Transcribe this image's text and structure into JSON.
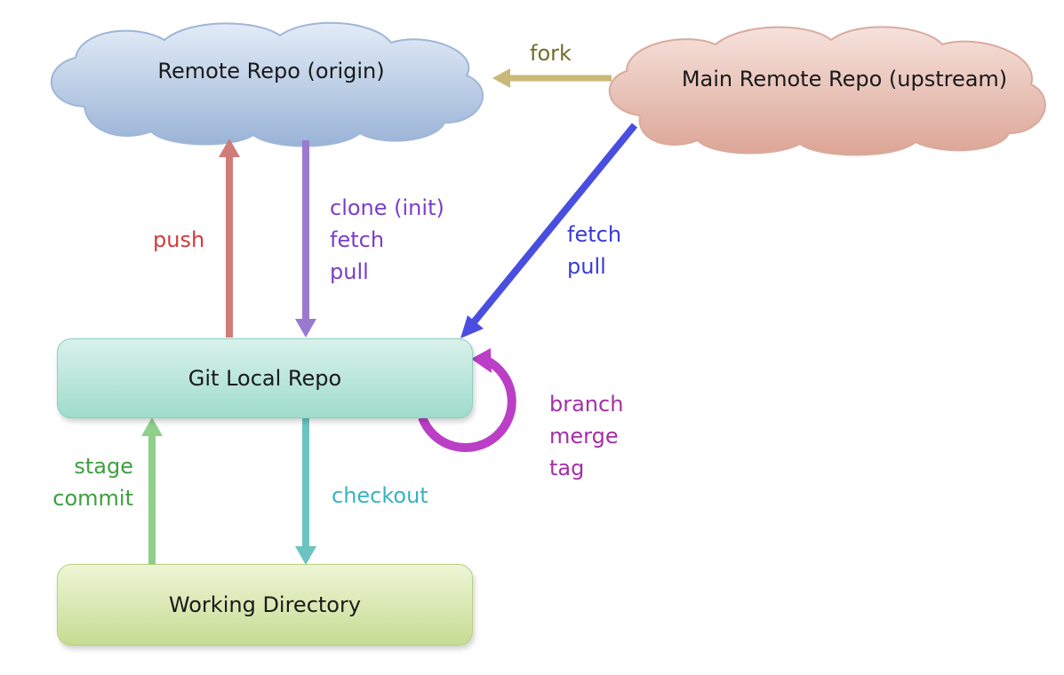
{
  "nodes": {
    "origin": "Remote Repo (origin)",
    "upstream": "Main Remote Repo (upstream)",
    "local": "Git Local Repo",
    "working": "Working Directory"
  },
  "edges": {
    "fork": [
      "fork"
    ],
    "push": [
      "push"
    ],
    "clone": [
      "clone (init)",
      "fetch",
      "pull"
    ],
    "upstream_fetch": [
      "fetch",
      "pull"
    ],
    "self_loop": [
      "branch",
      "merge",
      "tag"
    ],
    "stage": [
      "stage",
      "commit"
    ],
    "checkout": [
      "checkout"
    ]
  },
  "colors": {
    "fork": "#c9b878",
    "push": "#d07b78",
    "clone": "#9b79d0",
    "upstream_fetch": "#4a4ee0",
    "self_loop": "#bb3fc6",
    "stage": "#8fd08a",
    "checkout": "#6bc4c1",
    "fork_text": "#6f6f2a",
    "push_text": "#d23b3b",
    "clone_text": "#7a3fc8",
    "upstream_text": "#3a3ad6",
    "loop_text": "#a42fa8",
    "stage_text": "#3f9f3f",
    "checkout_text": "#38b3c0"
  }
}
